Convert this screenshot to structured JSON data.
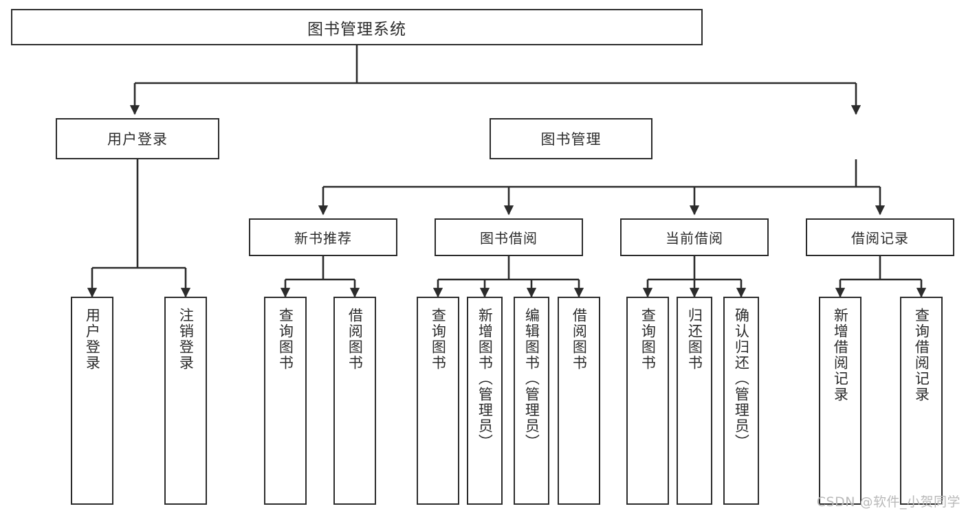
{
  "diagram": {
    "title": "图书管理系统",
    "watermark": "CSDN @软件_小贺同学",
    "colors": {
      "background": "#ffffff",
      "border": "#2b2b2b",
      "text": "#2b2b2b",
      "connector": "#2b2b2b",
      "watermark": "#b9b9b9"
    },
    "root": {
      "label": "图书管理系统"
    },
    "level2": [
      {
        "label": "用户登录"
      },
      {
        "label": "图书管理"
      }
    ],
    "level3": [
      {
        "label": "新书推荐"
      },
      {
        "label": "图书借阅"
      },
      {
        "label": "当前借阅"
      },
      {
        "label": "借阅记录"
      }
    ],
    "leaves": [
      {
        "label": "用户登录",
        "parent": "用户登录"
      },
      {
        "label": "注销登录",
        "parent": "用户登录"
      },
      {
        "label": "查询图书",
        "parent": "新书推荐"
      },
      {
        "label": "借阅图书",
        "parent": "新书推荐"
      },
      {
        "label": "查询图书",
        "parent": "图书借阅"
      },
      {
        "label": "新增图书（管理员）",
        "parent": "图书借阅"
      },
      {
        "label": "编辑图书（管理员）",
        "parent": "图书借阅"
      },
      {
        "label": "借阅图书",
        "parent": "图书借阅"
      },
      {
        "label": "查询图书",
        "parent": "当前借阅"
      },
      {
        "label": "归还图书",
        "parent": "当前借阅"
      },
      {
        "label": "确认归还（管理员）",
        "parent": "当前借阅"
      },
      {
        "label": "新增借阅记录",
        "parent": "借阅记录"
      },
      {
        "label": "查询借阅记录",
        "parent": "借阅记录"
      }
    ]
  }
}
